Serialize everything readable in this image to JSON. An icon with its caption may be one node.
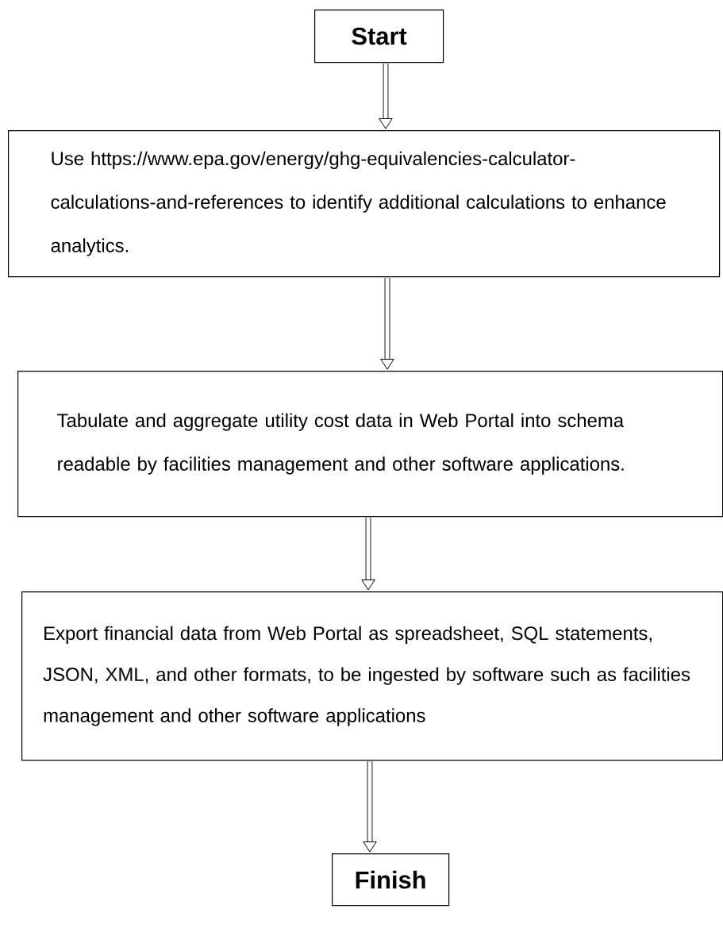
{
  "diagram": {
    "nodes": [
      {
        "text": [
          "Start"
        ]
      },
      {
        "text": [
          "Use https://www.epa.gov/energy/ghg-equivalencies-calculator-calculations-and-references to identify additional calculations to enhance analytics."
        ]
      },
      {
        "text": [
          "Tabulate and aggregate utility cost data in Web Portal into schema readable by facilities management and other software applications."
        ]
      },
      {
        "text": [
          "Export financial data from Web Portal as spreadsheet, SQL statements, JSON, XML, and other formats, to be ingested by software such as facilities management and other software applications"
        ]
      },
      {
        "text": [
          "Finish"
        ]
      }
    ],
    "edges": [
      {
        "from": 0,
        "to": 1,
        "arrow": "to"
      },
      {
        "from": 1,
        "to": 2,
        "arrow": "to"
      },
      {
        "from": 2,
        "to": 3,
        "arrow": "to"
      },
      {
        "from": 3,
        "to": 4,
        "arrow": "to"
      }
    ]
  }
}
